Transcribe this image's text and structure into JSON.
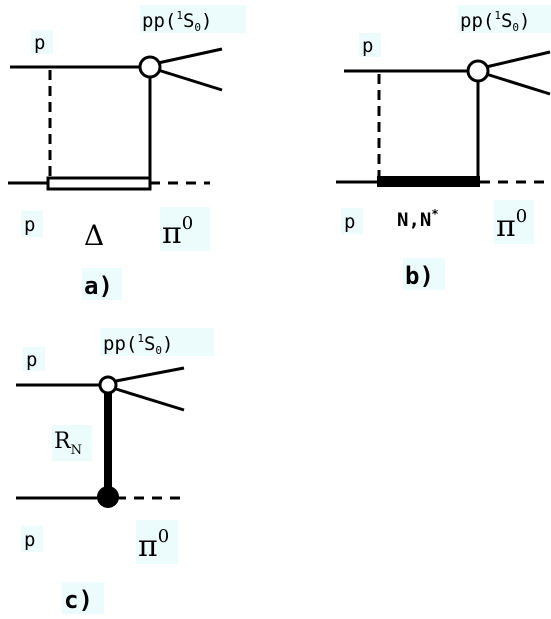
{
  "diagrams": [
    {
      "id": "a",
      "caption": "a)",
      "incoming_top": "p",
      "incoming_bottom": "p",
      "final_state": "pp(",
      "final_sup": "1",
      "final_S": "S",
      "final_sub": "0",
      "final_close": ")",
      "exchange_label": "Δ",
      "pion": "π",
      "pion_sup": "0"
    },
    {
      "id": "b",
      "caption": "b)",
      "incoming_top": "p",
      "incoming_bottom": "p",
      "final_state": "pp(",
      "final_sup": "1",
      "final_S": "S",
      "final_sub": "0",
      "final_close": ")",
      "exchange_label": "N,N",
      "exchange_sup": "*",
      "pion": "π",
      "pion_sup": "0"
    },
    {
      "id": "c",
      "caption": "c)",
      "incoming_top": "p",
      "incoming_bottom": "p",
      "final_state": "pp(",
      "final_sup": "1",
      "final_S": "S",
      "final_sub": "0",
      "final_close": ")",
      "exchange_label": "R",
      "exchange_sub": "N",
      "pion": "π",
      "pion_sup": "0"
    }
  ],
  "colors": {
    "line": "#000000",
    "label_highlight": "#ecfbfb"
  }
}
